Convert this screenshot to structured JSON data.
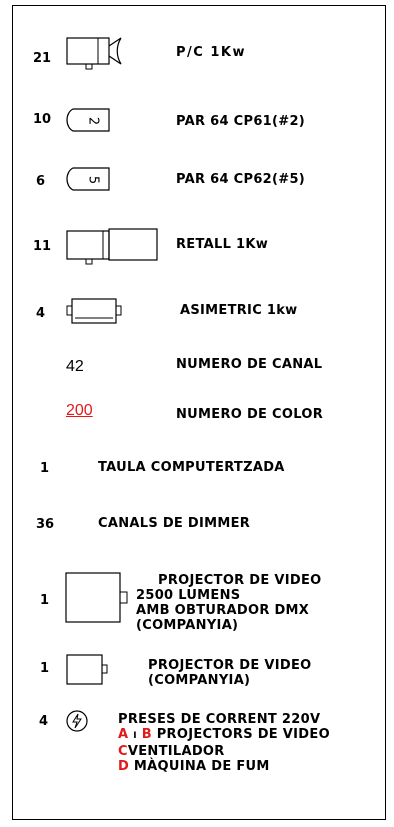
{
  "legend": {
    "items": [
      {
        "qty": "21",
        "label": "P/C 1Kw",
        "icon": "pc-spotlight-icon"
      },
      {
        "qty": "10",
        "label": "PAR 64 CP61(#2)",
        "icon": "par64-lamp-icon",
        "lamp_number": "2"
      },
      {
        "qty": "6",
        "label": "PAR 64 CP62(#5)",
        "icon": "par64-lamp-icon",
        "lamp_number": "5"
      },
      {
        "qty": "11",
        "label": "RETALL 1Kw",
        "icon": "profile-spotlight-icon"
      },
      {
        "qty": "4",
        "label": "ASIMETRIC 1kw",
        "icon": "asymmetric-flood-icon"
      }
    ],
    "channel_example": {
      "value": "42",
      "label": "NUMERO DE CANAL"
    },
    "color_example": {
      "value": "200",
      "label": "NUMERO DE COLOR",
      "color": "#e01b1b"
    },
    "console": {
      "qty": "1",
      "label": "TAULA COMPUTERTZADA"
    },
    "dimmers": {
      "qty": "36",
      "label": "CANALS DE DIMMER"
    },
    "projector_large": {
      "qty": "1",
      "lines": [
        "PROJECTOR DE VIDEO",
        "2500 LUMENS",
        "AMB OBTURADOR DMX",
        "(COMPANYIA)"
      ],
      "icon": "video-projector-icon"
    },
    "projector_small": {
      "qty": "1",
      "lines": [
        "PROJECTOR DE VIDEO",
        "(COMPANYIA)"
      ],
      "icon": "video-projector-icon"
    },
    "power": {
      "qty": "4",
      "icon": "power-socket-icon",
      "title": "PRESES DE CORRENT 220V",
      "entries": [
        {
          "letters": [
            "A",
            "B"
          ],
          "joiner": "I",
          "text": "PROJECTORS DE VIDEO"
        },
        {
          "letters": [
            "C"
          ],
          "text": "VENTILADOR"
        },
        {
          "letters": [
            "D"
          ],
          "text": "MÀQUINA DE FUM"
        }
      ],
      "letter_color": "#e01b1b"
    }
  }
}
